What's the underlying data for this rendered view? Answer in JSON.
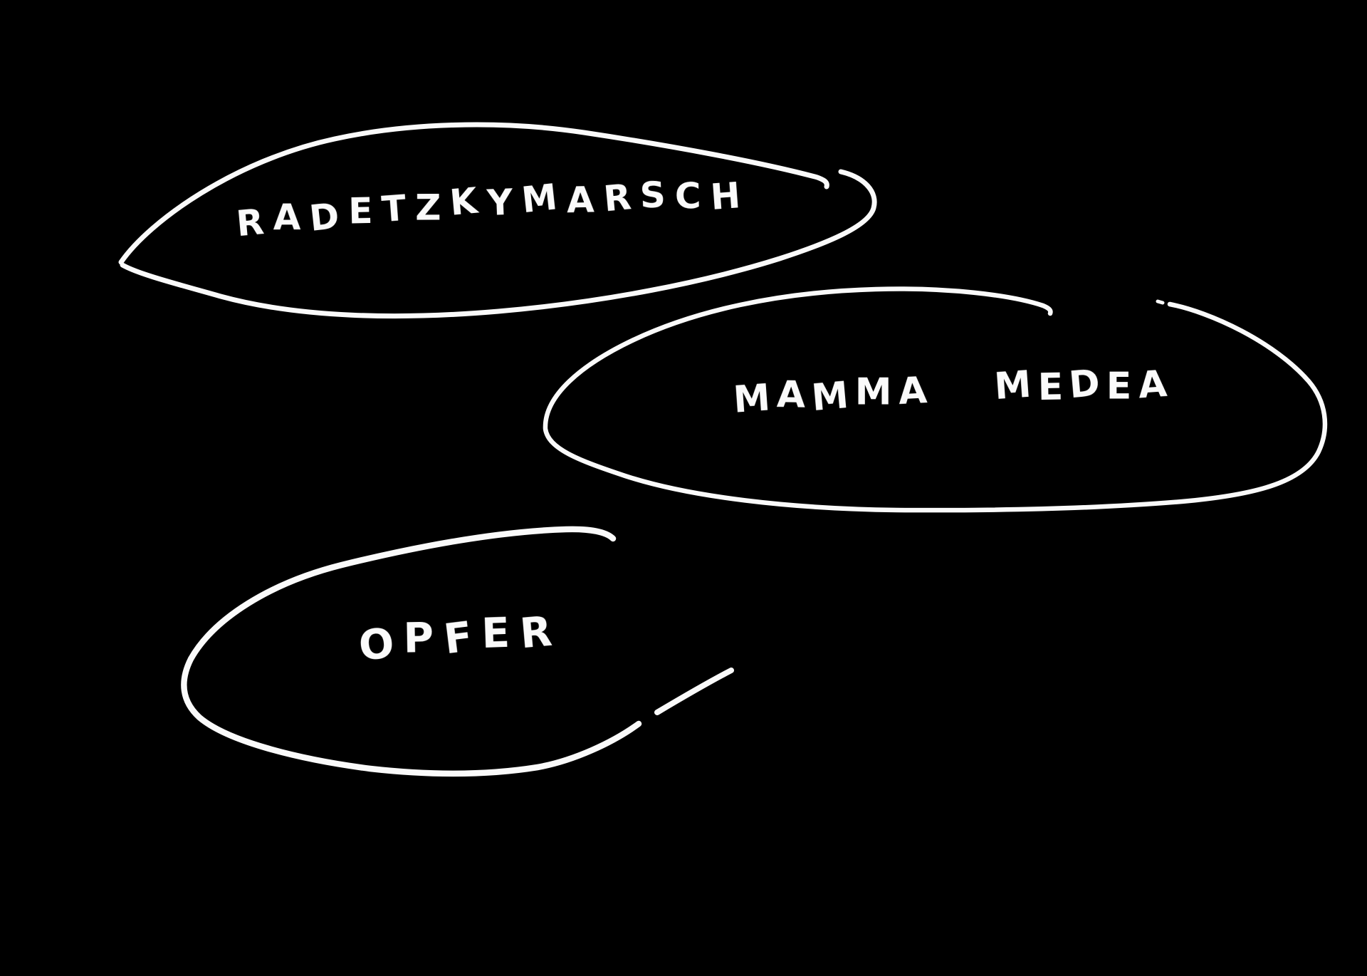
{
  "canvas": {
    "background_color": "#000000",
    "ink_color": "#fafafa"
  },
  "labels": [
    {
      "id": "radetzkymarsch",
      "text": "RADETZKYMARSCH"
    },
    {
      "id": "mamma-medea",
      "text": "MAMMA MEDEA"
    },
    {
      "id": "opfer",
      "text": "OPFER"
    }
  ]
}
